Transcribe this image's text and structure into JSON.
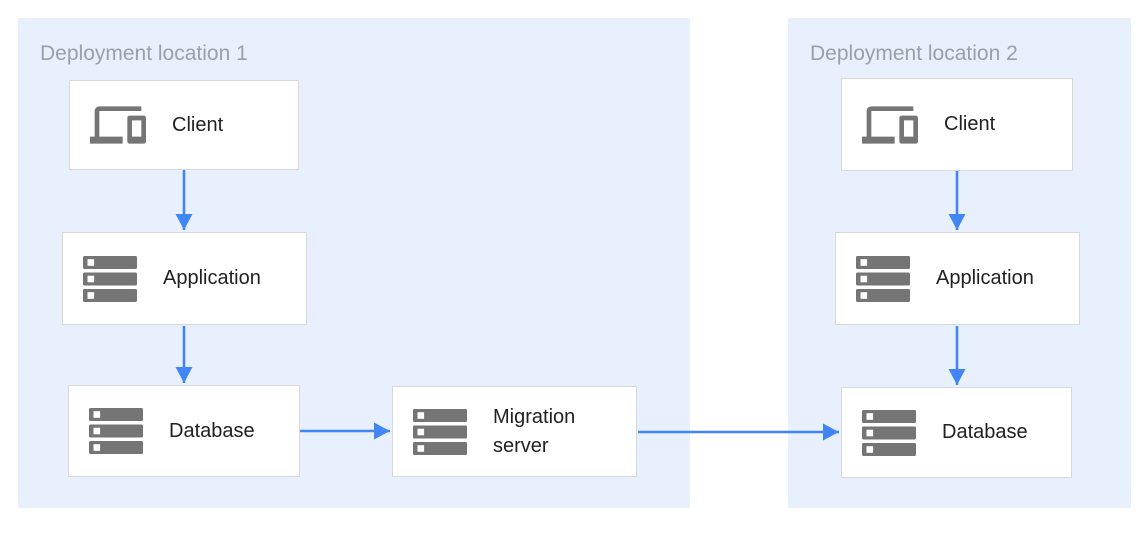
{
  "regions": [
    {
      "label": "Deployment location 1",
      "nodes": [
        {
          "id": "client-1",
          "label": "Client",
          "icon": "devices-icon"
        },
        {
          "id": "application-1",
          "label": "Application",
          "icon": "server-stack-icon"
        },
        {
          "id": "database-1",
          "label": "Database",
          "icon": "server-stack-icon"
        }
      ]
    },
    {
      "label": "Deployment location 2",
      "nodes": [
        {
          "id": "client-2",
          "label": "Client",
          "icon": "devices-icon"
        },
        {
          "id": "application-2",
          "label": "Application",
          "icon": "server-stack-icon"
        },
        {
          "id": "database-2",
          "label": "Database",
          "icon": "server-stack-icon"
        }
      ]
    }
  ],
  "nodes_outside": [
    {
      "id": "migration-server",
      "label": "Migration server",
      "icon": "server-stack-icon"
    }
  ],
  "edges": [
    {
      "from": "client-1",
      "to": "application-1"
    },
    {
      "from": "application-1",
      "to": "database-1"
    },
    {
      "from": "database-1",
      "to": "migration-server"
    },
    {
      "from": "migration-server",
      "to": "database-2"
    },
    {
      "from": "client-2",
      "to": "application-2"
    },
    {
      "from": "application-2",
      "to": "database-2"
    }
  ],
  "colors": {
    "region-fill": "#E8F0FE",
    "arrow": "#4285F4",
    "icon-gray": "#757575",
    "node-border": "#D8D8D8",
    "node-fill": "#FFFFFF",
    "node-text": "#212121",
    "region-label": "#9AA0A6",
    "page-bg": "#FFFFFF"
  }
}
